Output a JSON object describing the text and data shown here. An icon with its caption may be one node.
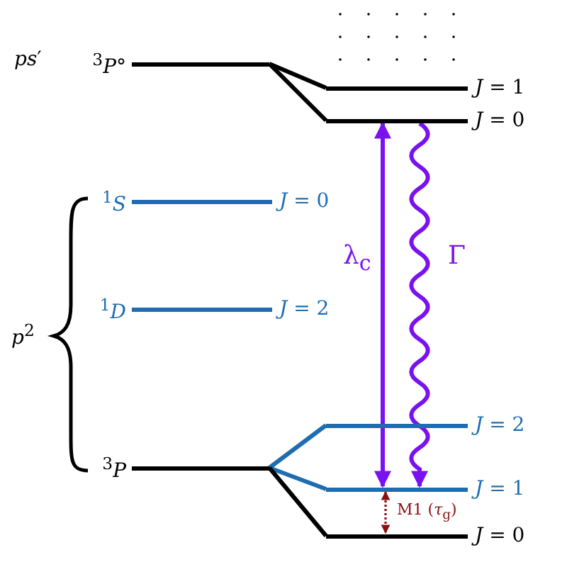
{
  "diagram": {
    "nodes": [
      {
        "text": [
          "$^{3}$*P*°"
        ]
      },
      {
        "text": [
          "*J* = 1"
        ]
      },
      {
        "text": [
          "*J* = 0"
        ]
      },
      {
        "text": [
          "$^{1}$*S*",
          "*J* = 0"
        ]
      },
      {
        "text": [
          "$^{1}$*D*",
          "*J* = 2"
        ]
      },
      {
        "text": [
          "$^{3}$*P*"
        ]
      },
      {
        "text": [
          "*J* = 2"
        ]
      },
      {
        "text": [
          "*J* = 1"
        ]
      },
      {
        "text": [
          "*J* = 0"
        ]
      }
    ],
    "edges": [
      {
        "from": 0,
        "to": 1,
        "arrow": "none"
      },
      {
        "from": 0,
        "to": 2,
        "arrow": "none"
      },
      {
        "from": 5,
        "to": 6,
        "arrow": "none",
        "color": "#1f6db0"
      },
      {
        "from": 5,
        "to": 7,
        "arrow": "none",
        "color": "#1f6db0"
      },
      {
        "from": 5,
        "to": 8,
        "arrow": "none"
      },
      {
        "from": 2,
        "to": 7,
        "arrow": "both",
        "label": "λ$_{c}$",
        "color": "#7a12f0"
      },
      {
        "from": 2,
        "to": 7,
        "arrow": "to",
        "label": "Γ",
        "color": "#7a12f0"
      },
      {
        "from": 7,
        "to": 8,
        "arrow": "both",
        "label": "M1 (*τ*$_{g}$)",
        "color": "#8b1010",
        "style": "dashed"
      }
    ],
    "labels": [
      "*ps*′",
      "*p*$^{2}$"
    ]
  }
}
